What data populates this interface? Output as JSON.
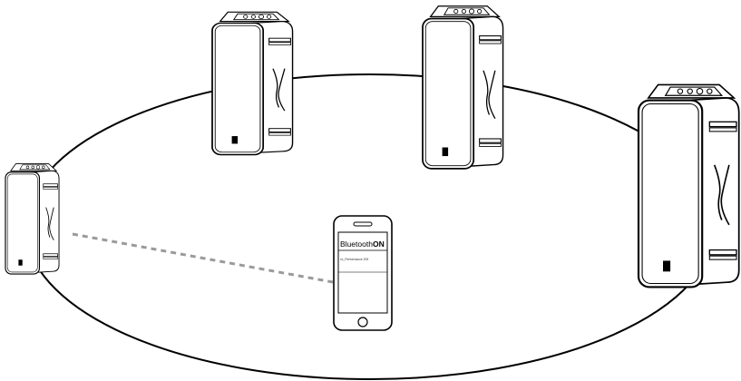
{
  "phone": {
    "bluetooth_label": "Bluetooth",
    "bluetooth_state": "ON",
    "device_entry": "xx_Performance 205"
  },
  "colors": {
    "line": "#000000",
    "speaker_fill": "#ffffff",
    "dashed_link": "#9a9a9a"
  },
  "icons": [
    "speaker-icon",
    "phone-icon",
    "bluetooth-link-icon"
  ]
}
